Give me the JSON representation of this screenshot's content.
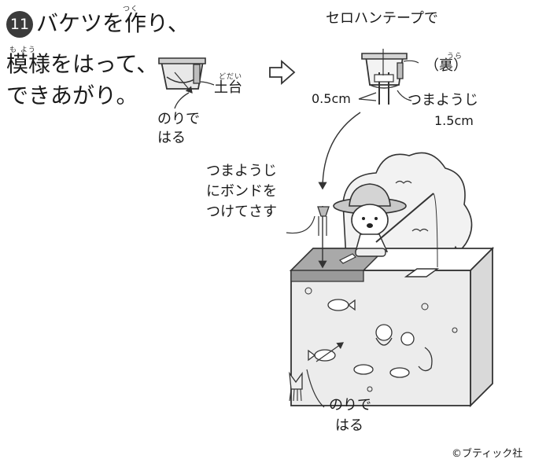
{
  "step": {
    "number": "11",
    "line1": "バケツを作り、",
    "line2": "模様をはって、",
    "line3": "できあがり。",
    "ruby_tsuku": "つく",
    "ruby_moyou": "も よう"
  },
  "labels": {
    "dodai": "土台",
    "dodai_ruby": "どだい",
    "glue_top": "のりで\nはる",
    "cellophane_tape": "セロハンテープで",
    "back": "（裏）",
    "back_ruby": "うら",
    "size_05": "0.5cm",
    "toothpick": "つまようじ",
    "size_15": "1.5cm",
    "toothpick_bond_1": "つまようじ",
    "toothpick_bond_2": "にボンドを",
    "toothpick_bond_3": "つけてさす",
    "glue_bottom_1": "のりで",
    "glue_bottom_2": "はる"
  },
  "credit": "©ブティック社"
}
